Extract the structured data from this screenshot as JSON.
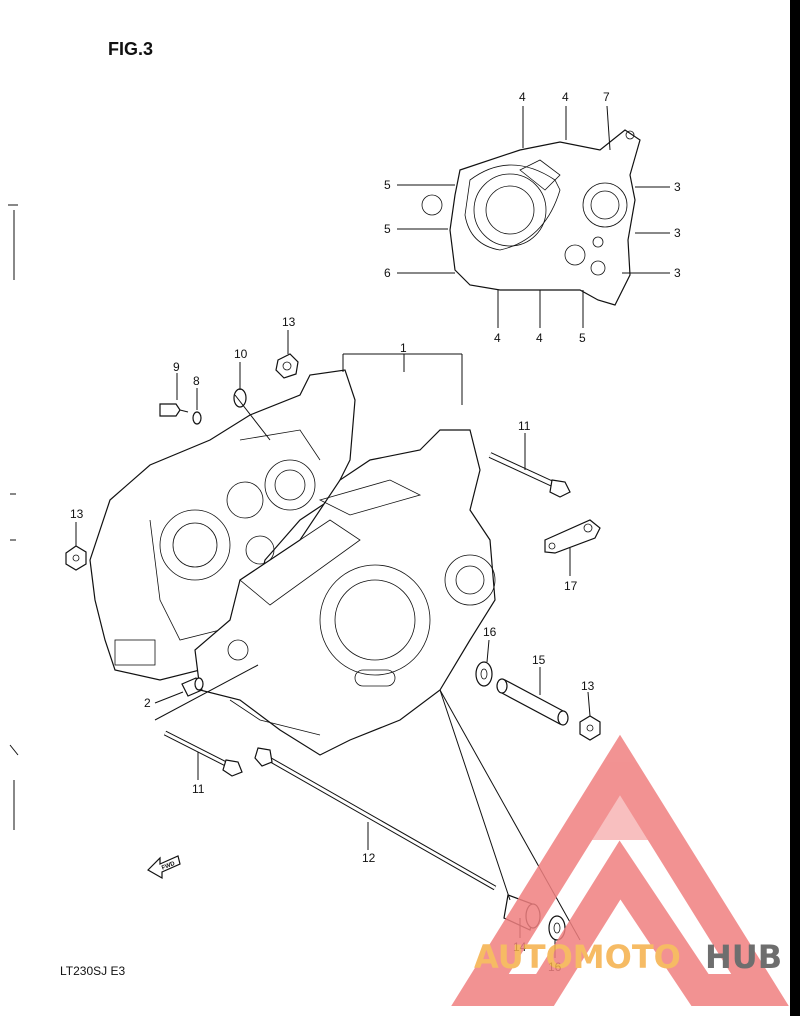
{
  "figure_title": "FIG.3",
  "model_reference": "LT230SJ  E3",
  "fwd_label": "FWD",
  "watermark": {
    "text_part1": "AUTOMOTO",
    "text_part2": "HUB",
    "colors": {
      "triangle": "#f08080",
      "text_orange": "#f5b04a",
      "text_gray": "#555555"
    }
  },
  "gasket_callouts": [
    "4",
    "4",
    "7",
    "5",
    "3",
    "5",
    "3",
    "6",
    "3",
    "4",
    "4",
    "5"
  ],
  "main_callouts": [
    "13",
    "10",
    "1",
    "9",
    "8",
    "11",
    "13",
    "17",
    "16",
    "15",
    "13",
    "2",
    "11",
    "12",
    "14",
    "16"
  ]
}
